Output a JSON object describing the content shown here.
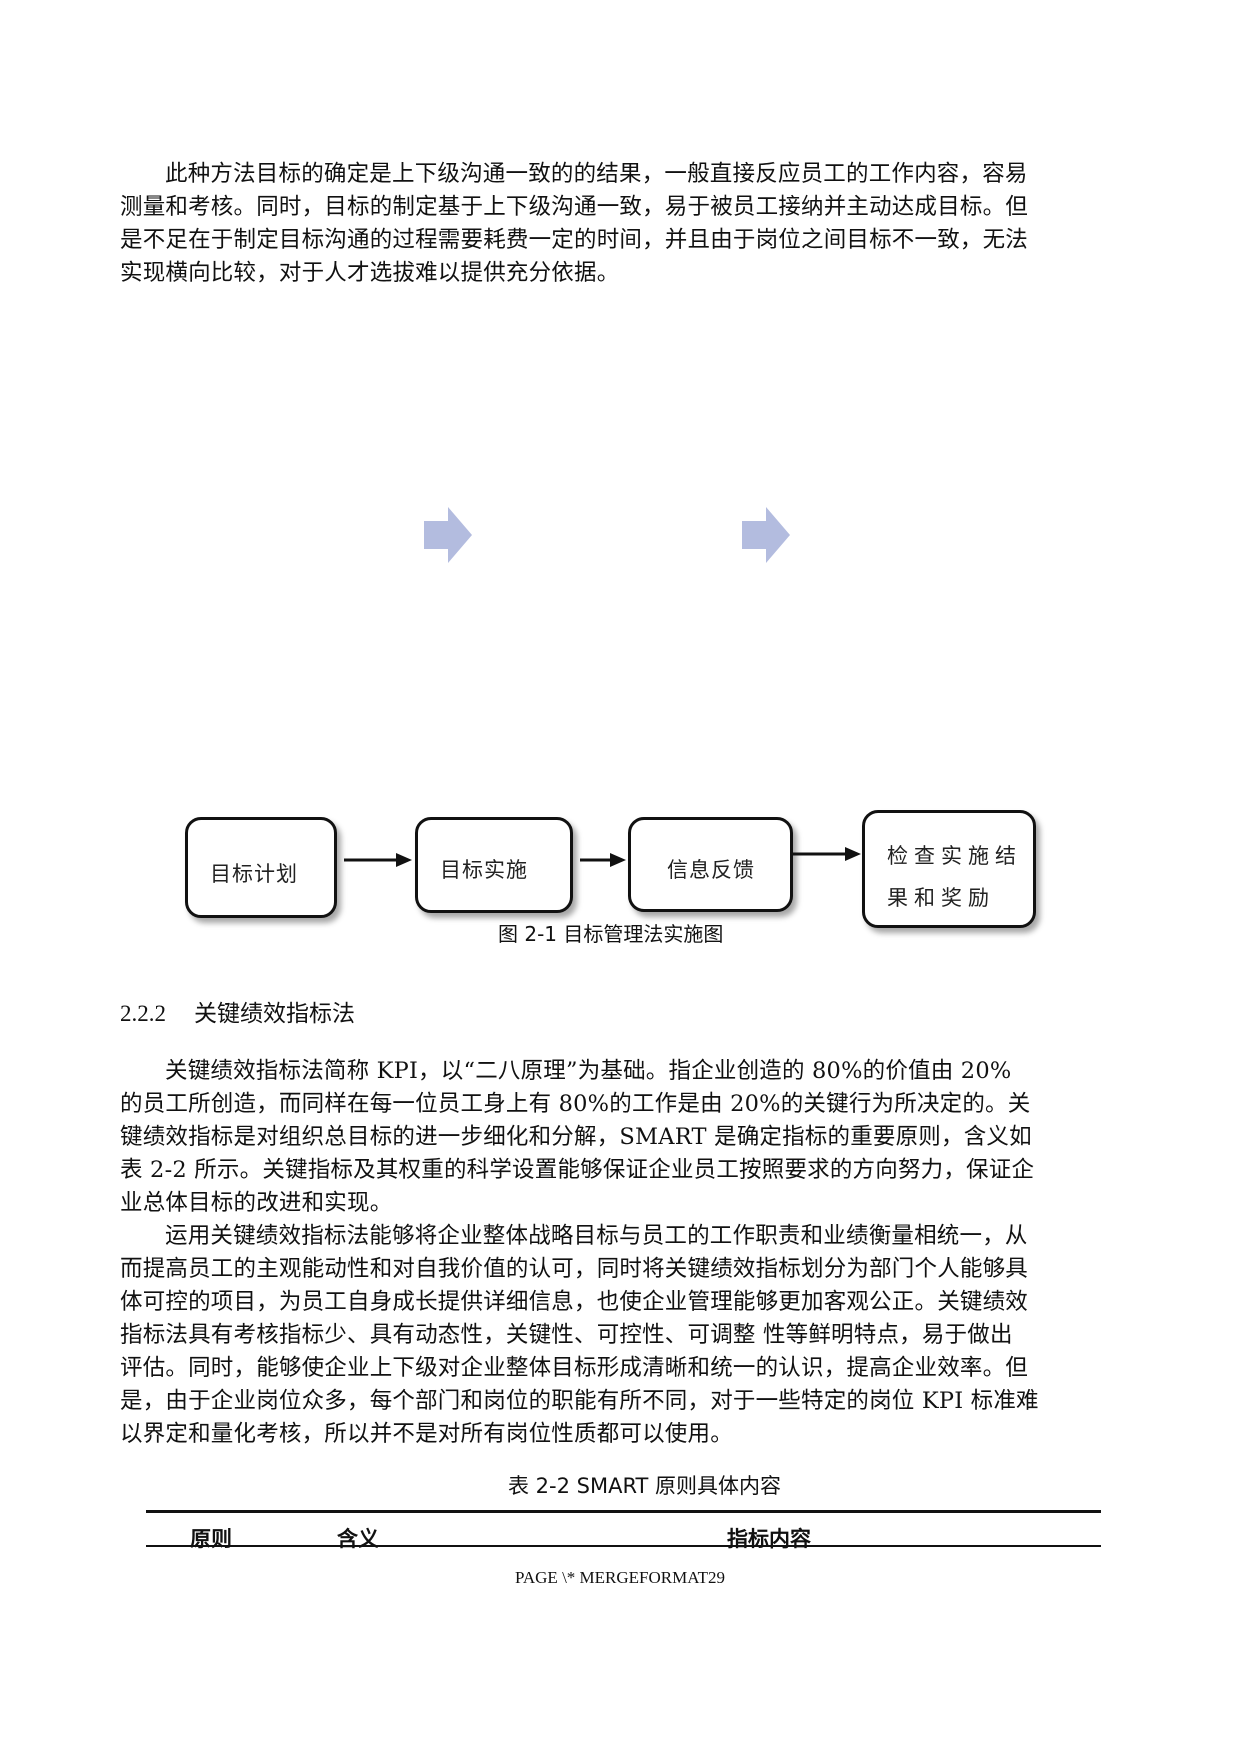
{
  "intro_paragraph": {
    "lines": [
      "此种方法目标的确定是上下级沟通一致的的结果，一般直接反应员工的工作内容，容易",
      "测量和考核。同时，目标的制定基于上下级沟通一致，易于被员工接纳并主动达成目标。但",
      "是不足在于制定目标沟通的过程需要耗费一定的时间，并且由于岗位之间目标不一致，无法",
      "实现横向比较，对于人才选拔难以提供充分依据。"
    ]
  },
  "decorative_arrows": {
    "color": "#b3bcdf",
    "count": 2
  },
  "flow_diagram": {
    "boxes": [
      {
        "label": "目标计划"
      },
      {
        "label": "目标实施"
      },
      {
        "label": "信息反馈"
      },
      {
        "label": "检查实施结\n果和奖励"
      }
    ],
    "caption": "图 2-1    目标管理法实施图"
  },
  "section": {
    "number": "2.2.2",
    "title": "关键绩效指标法"
  },
  "kpi_paragraph_1": {
    "lines": [
      "关键绩效指标法简称 KPI，以“二八原理”为基础。指企业创造的 80%的价值由 20%",
      "的员工所创造，而同样在每一位员工身上有 80%的工作是由 20%的关键行为所决定的。关",
      "键绩效指标是对组织总目标的进一步细化和分解，SMART 是确定指标的重要原则，含义如",
      "表 2-2 所示。关键指标及其权重的科学设置能够保证企业员工按照要求的方向努力，保证企",
      "业总体目标的改进和实现。"
    ]
  },
  "kpi_paragraph_2": {
    "lines": [
      "运用关键绩效指标法能够将企业整体战略目标与员工的工作职责和业绩衡量相统一，从",
      "而提高员工的主观能动性和对自我价值的认可，同时将关键绩效指标划分为部门个人能够具",
      "体可控的项目，为员工自身成长提供详细信息，也使企业管理能够更加客观公正。关键绩效",
      "指标法具有考核指标少、具有动态性，关键性、可控性、可调整  性等鲜明特点，易于做出",
      "评估。同时，能够使企业上下级对企业整体目标形成清晰和统一的认识，提高企业效率。但",
      "是，由于企业岗位众多，每个部门和岗位的职能有所不同，对于一些特定的岗位 KPI 标准难",
      "以界定和量化考核，所以并不是对所有岗位性质都可以使用。"
    ]
  },
  "table": {
    "caption": "表 2-2    SMART 原则具体内容",
    "headers": [
      "原则",
      "含义",
      "指标内容"
    ]
  },
  "footer": {
    "text": "PAGE   \\* MERGEFORMAT29"
  }
}
